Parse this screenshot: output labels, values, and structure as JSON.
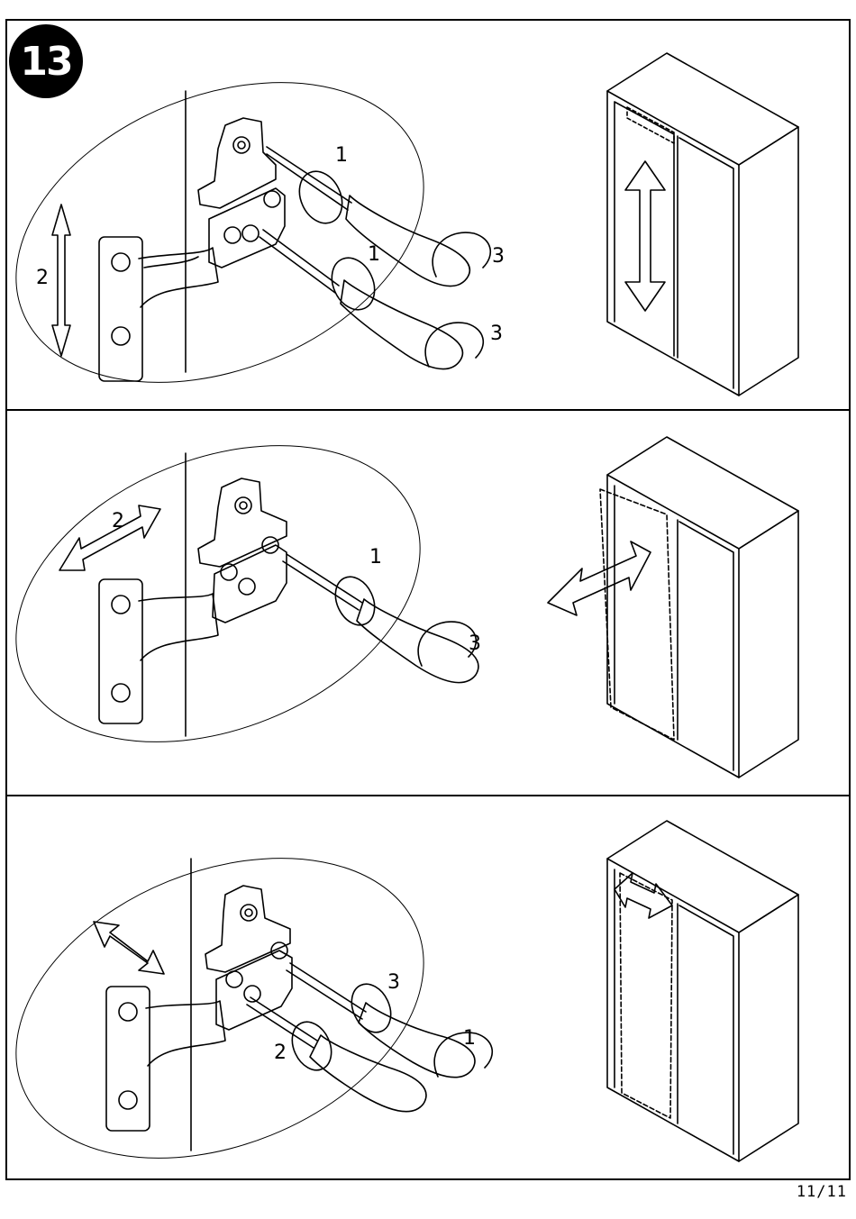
{
  "step": {
    "number": "13"
  },
  "page": {
    "number": "11/11"
  },
  "panels": [
    {
      "labels": {
        "a": "1",
        "b": "3",
        "c": "1",
        "d": "3",
        "e": "2"
      }
    },
    {
      "labels": {
        "a": "2",
        "b": "1",
        "c": "3"
      }
    },
    {
      "labels": {
        "a": "3",
        "b": "2",
        "c": "1"
      }
    }
  ],
  "icons": {
    "hinge": "hinge-icon",
    "screwdriver": "screwdriver-icon",
    "wardrobe": "wardrobe-icon",
    "arrow": "double-arrow-icon",
    "rotation": "rotation-arrow-icon"
  }
}
